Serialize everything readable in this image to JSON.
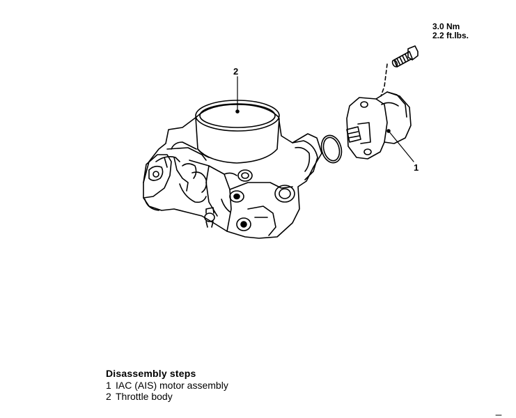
{
  "callouts": {
    "part_1": "1",
    "part_2": "2"
  },
  "torque": {
    "metric": "3.0 Nm",
    "imperial": "2.2 ft.lbs."
  },
  "disassembly": {
    "title": "Disassembly steps",
    "steps": [
      {
        "number": "1",
        "text": "IAC (AIS) motor assembly"
      },
      {
        "number": "2",
        "text": "Throttle body"
      }
    ]
  },
  "colors": {
    "ink": "#000000",
    "background": "#ffffff"
  }
}
